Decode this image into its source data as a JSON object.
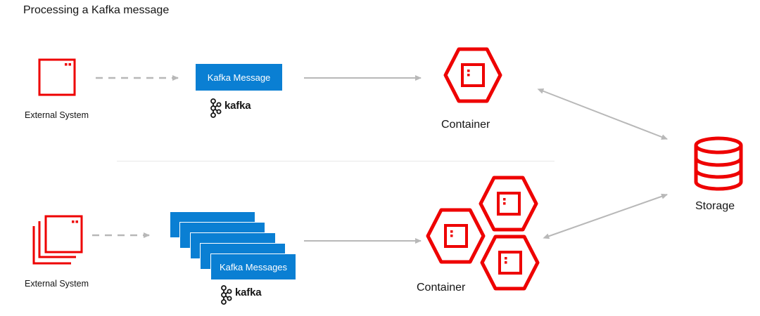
{
  "title": "Processing a Kafka message",
  "top_flow": {
    "external_label": "External System",
    "message_label": "Kafka Message",
    "kafka_brand": "kafka",
    "container_label": "Container"
  },
  "bottom_flow": {
    "external_label": "External System",
    "message_label": "Kafka Messages",
    "kafka_brand": "kafka",
    "container_label": "Container"
  },
  "storage_label": "Storage",
  "colors": {
    "accent_red": "#ee0000",
    "message_blue": "#0a7fd3",
    "arrow_gray": "#b8b8b8"
  },
  "icons": [
    "external-system-icon",
    "kafka-logo-icon",
    "container-hexagon-icon",
    "storage-database-icon"
  ]
}
